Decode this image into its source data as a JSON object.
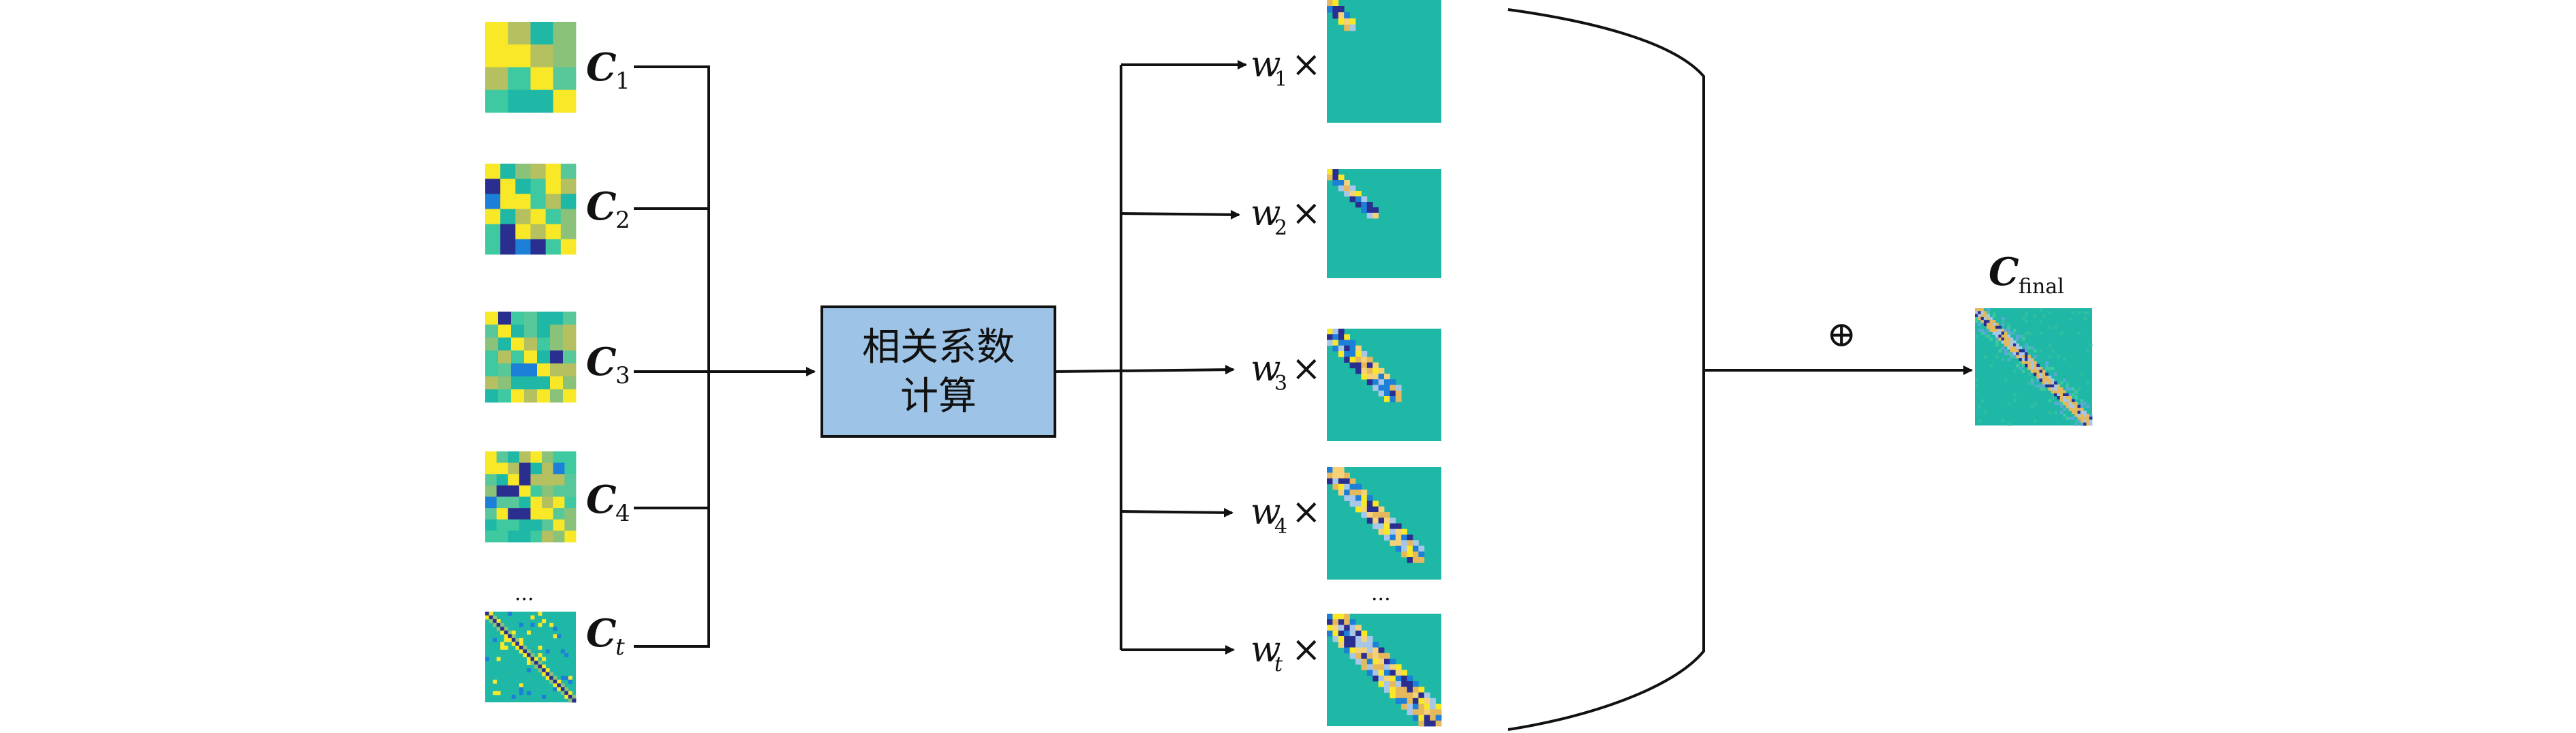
{
  "inputs": [
    {
      "symbol": "C",
      "subscript": "1",
      "pattern": "coarse"
    },
    {
      "symbol": "C",
      "subscript": "2",
      "pattern": "medium"
    },
    {
      "symbol": "C",
      "subscript": "3",
      "pattern": "medium"
    },
    {
      "symbol": "C",
      "subscript": "4",
      "pattern": "medium"
    },
    {
      "symbol": "C",
      "subscript": "t",
      "pattern": "fine"
    }
  ],
  "ellipsis": "...",
  "box": {
    "line1": "相关系数",
    "line2": "计算",
    "color": "#9dc3e6"
  },
  "weights": [
    {
      "symbol": "w",
      "subscript": "1",
      "times": "×"
    },
    {
      "symbol": "w",
      "subscript": "2",
      "times": "×"
    },
    {
      "symbol": "w",
      "subscript": "3",
      "times": "×"
    },
    {
      "symbol": "w",
      "subscript": "4",
      "times": "×"
    },
    {
      "symbol": "w",
      "subscript": "t",
      "times": "×"
    }
  ],
  "sum_symbol": "⊕",
  "output": {
    "symbol": "C",
    "subscript": "final"
  },
  "colors": {
    "teal": "#1fb7a6",
    "yellow": "#f9e828",
    "navy": "#2a2f8f",
    "blue": "#1c7fd8",
    "tan": "#e6b85c"
  }
}
